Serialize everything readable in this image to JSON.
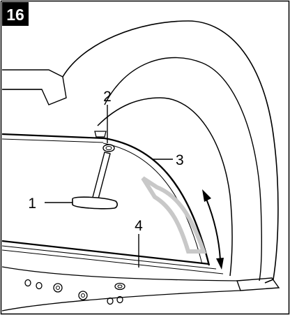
{
  "figure": {
    "number": "16",
    "colors": {
      "ink": "#000000",
      "paper": "#ffffff",
      "glass_highlight": "#c8c8c8",
      "badge": "#000000"
    }
  },
  "callouts": [
    {
      "id": "1",
      "label": "1",
      "target": "t-handle-tool"
    },
    {
      "id": "2",
      "label": "2",
      "target": "screw-top"
    },
    {
      "id": "3",
      "label": "3",
      "target": "curved-glass-pane"
    },
    {
      "id": "4",
      "label": "4",
      "target": "lower-frame-rail"
    }
  ],
  "icons": {
    "motion_arrow": "double-headed-arrow-icon",
    "tool": "t-handle-wrench-icon"
  }
}
